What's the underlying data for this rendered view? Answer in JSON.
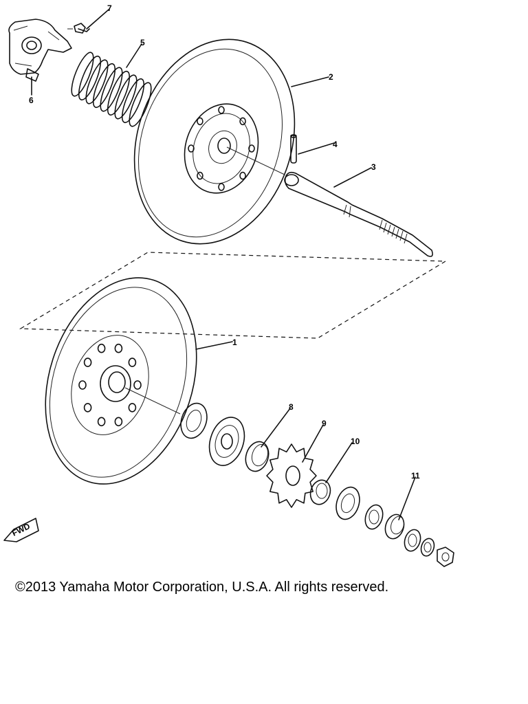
{
  "callouts": [
    {
      "id": "1",
      "label": "1"
    },
    {
      "id": "2",
      "label": "2"
    },
    {
      "id": "3",
      "label": "3"
    },
    {
      "id": "4",
      "label": "4"
    },
    {
      "id": "5",
      "label": "5"
    },
    {
      "id": "6",
      "label": "6"
    },
    {
      "id": "7",
      "label": "7"
    },
    {
      "id": "8",
      "label": "8"
    },
    {
      "id": "9",
      "label": "9"
    },
    {
      "id": "10",
      "label": "10"
    },
    {
      "id": "11",
      "label": "11"
    }
  ],
  "fwd_marker": "FWD",
  "copyright": "©2013 Yamaha Motor Corporation, U.S.A. All rights reserved."
}
